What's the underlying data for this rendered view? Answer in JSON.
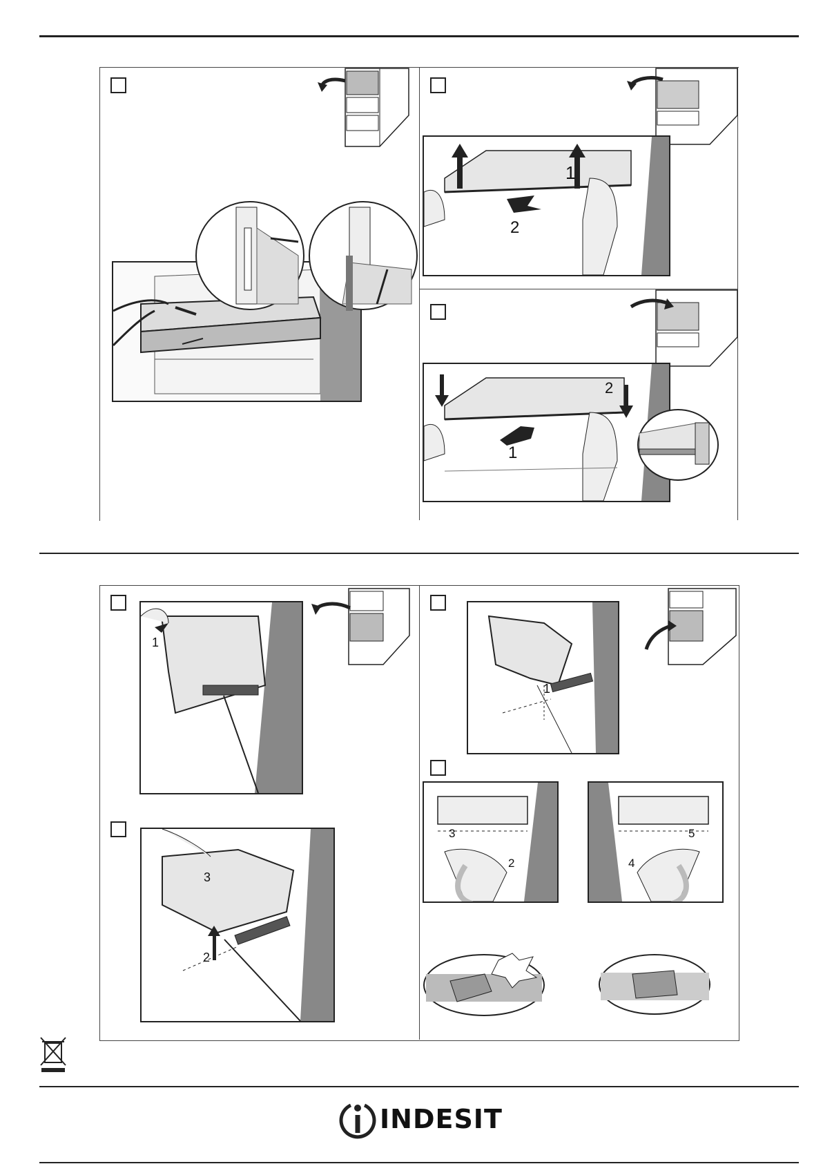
{
  "brand": {
    "name": "INDESIT"
  },
  "top_section": {
    "panel_a": {},
    "panel_b": {
      "step_labels": [
        "1",
        "2"
      ]
    },
    "panel_c": {
      "step_labels": [
        "1",
        "2"
      ]
    }
  },
  "bottom_section": {
    "panel_d": {
      "step_labels": [
        "1"
      ]
    },
    "panel_e": {
      "step_labels": [
        "2",
        "3"
      ]
    },
    "panel_f": {
      "step_labels": [
        "1"
      ]
    },
    "panel_g": {
      "step_labels": [
        "3",
        "2",
        "5",
        "4"
      ]
    }
  },
  "icons": [
    "weee-bin-icon",
    "indesit-logo-icon"
  ]
}
